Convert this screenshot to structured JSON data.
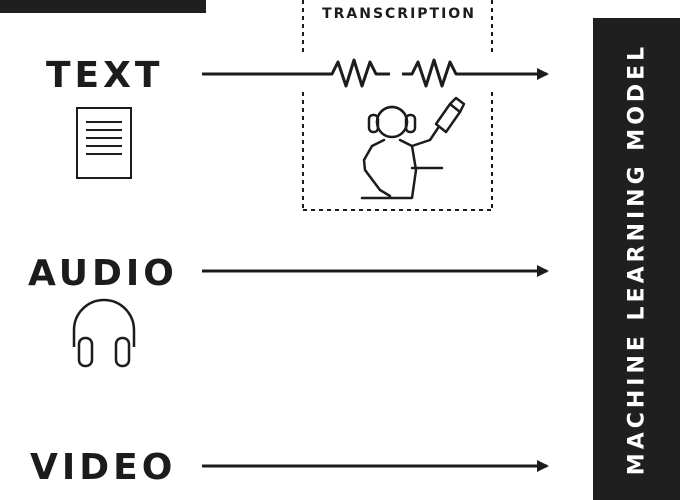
{
  "inputs": [
    {
      "label": "TEXT",
      "icon": "document-icon"
    },
    {
      "label": "AUDIO",
      "icon": "headphones-icon"
    },
    {
      "label": "VIDEO",
      "icon": null
    }
  ],
  "transcription": {
    "label": "TRANSCRIPTION",
    "icon": "transcriber-person-icon"
  },
  "model": {
    "label": "MACHINE LEARNING MODEL"
  },
  "colors": {
    "ink": "#1c1c1c",
    "bar": "#1f1f1f",
    "background": "#ffffff"
  }
}
